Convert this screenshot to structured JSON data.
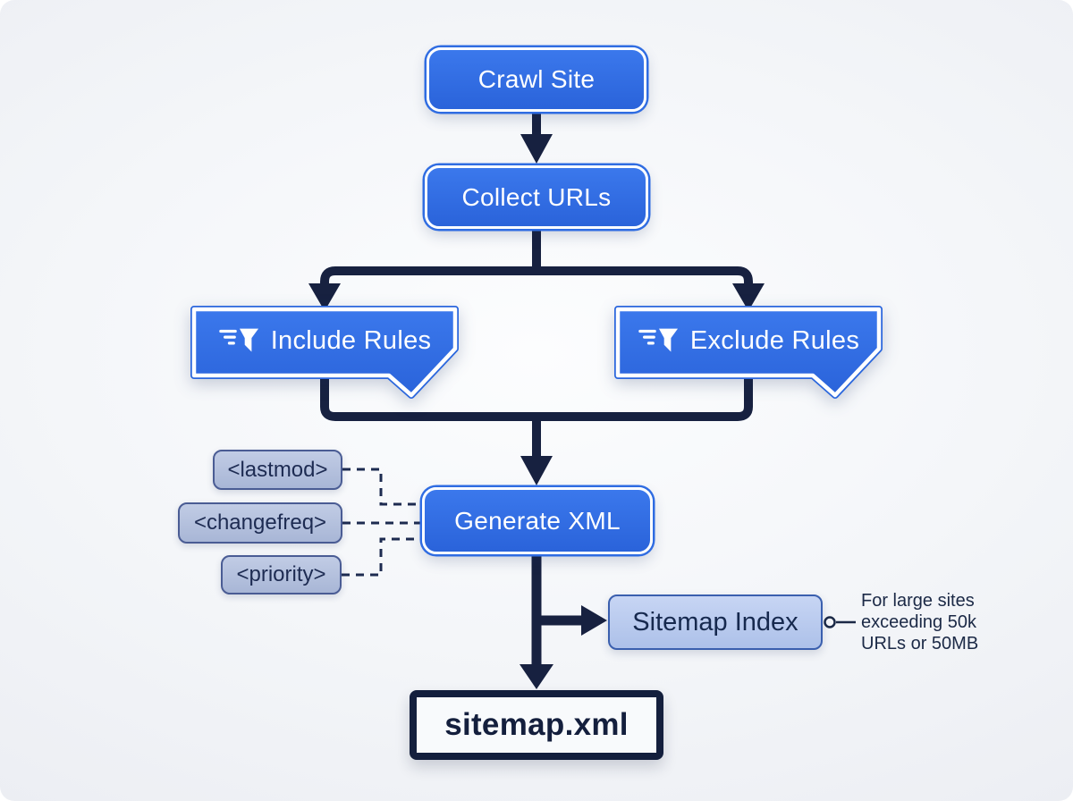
{
  "diagram_title": "Sitemap generation flowchart",
  "nodes": {
    "crawl_site": {
      "label": "Crawl Site"
    },
    "collect_urls": {
      "label": "Collect URLs"
    },
    "include_rules": {
      "label": "Include Rules",
      "icon": "filter-icon"
    },
    "exclude_rules": {
      "label": "Exclude Rules",
      "icon": "filter-icon"
    },
    "lastmod": {
      "label": "<lastmod>"
    },
    "changefreq": {
      "label": "<changefreq>"
    },
    "priority": {
      "label": "<priority>"
    },
    "generate_xml": {
      "label": "Generate XML"
    },
    "sitemap_index": {
      "label": "Sitemap Index"
    },
    "sitemap_xml": {
      "label": "sitemap.xml"
    }
  },
  "annotation": {
    "lines": [
      "For large sites",
      "exceeding 50k",
      "URLs or 50MB"
    ]
  },
  "edges": [
    {
      "from": "Crawl Site",
      "to": "Collect URLs",
      "style": "solid-arrow"
    },
    {
      "from": "Collect URLs",
      "to": "Include Rules",
      "style": "solid-arrow"
    },
    {
      "from": "Collect URLs",
      "to": "Exclude Rules",
      "style": "solid-arrow"
    },
    {
      "from": "Include Rules",
      "to": "Generate XML",
      "style": "solid-arrow"
    },
    {
      "from": "Exclude Rules",
      "to": "Generate XML",
      "style": "solid-arrow"
    },
    {
      "from": "<lastmod>",
      "to": "Generate XML",
      "style": "dashed"
    },
    {
      "from": "<changefreq>",
      "to": "Generate XML",
      "style": "dashed"
    },
    {
      "from": "<priority>",
      "to": "Generate XML",
      "style": "dashed"
    },
    {
      "from": "Generate XML",
      "to": "Sitemap Index",
      "style": "solid-arrow"
    },
    {
      "from": "Generate XML",
      "to": "sitemap.xml",
      "style": "solid-arrow"
    },
    {
      "from": "Sitemap Index",
      "to": "annotation",
      "style": "callout-line"
    }
  ],
  "colors": {
    "process_blue": "#2f6ce2",
    "arrow_navy": "#172140",
    "chip_fill": "#b4c1dd",
    "chip_border": "#4a5c94",
    "index_fill": "#bfcef1",
    "index_border": "#3a5fae",
    "background": "#eef0f4"
  }
}
